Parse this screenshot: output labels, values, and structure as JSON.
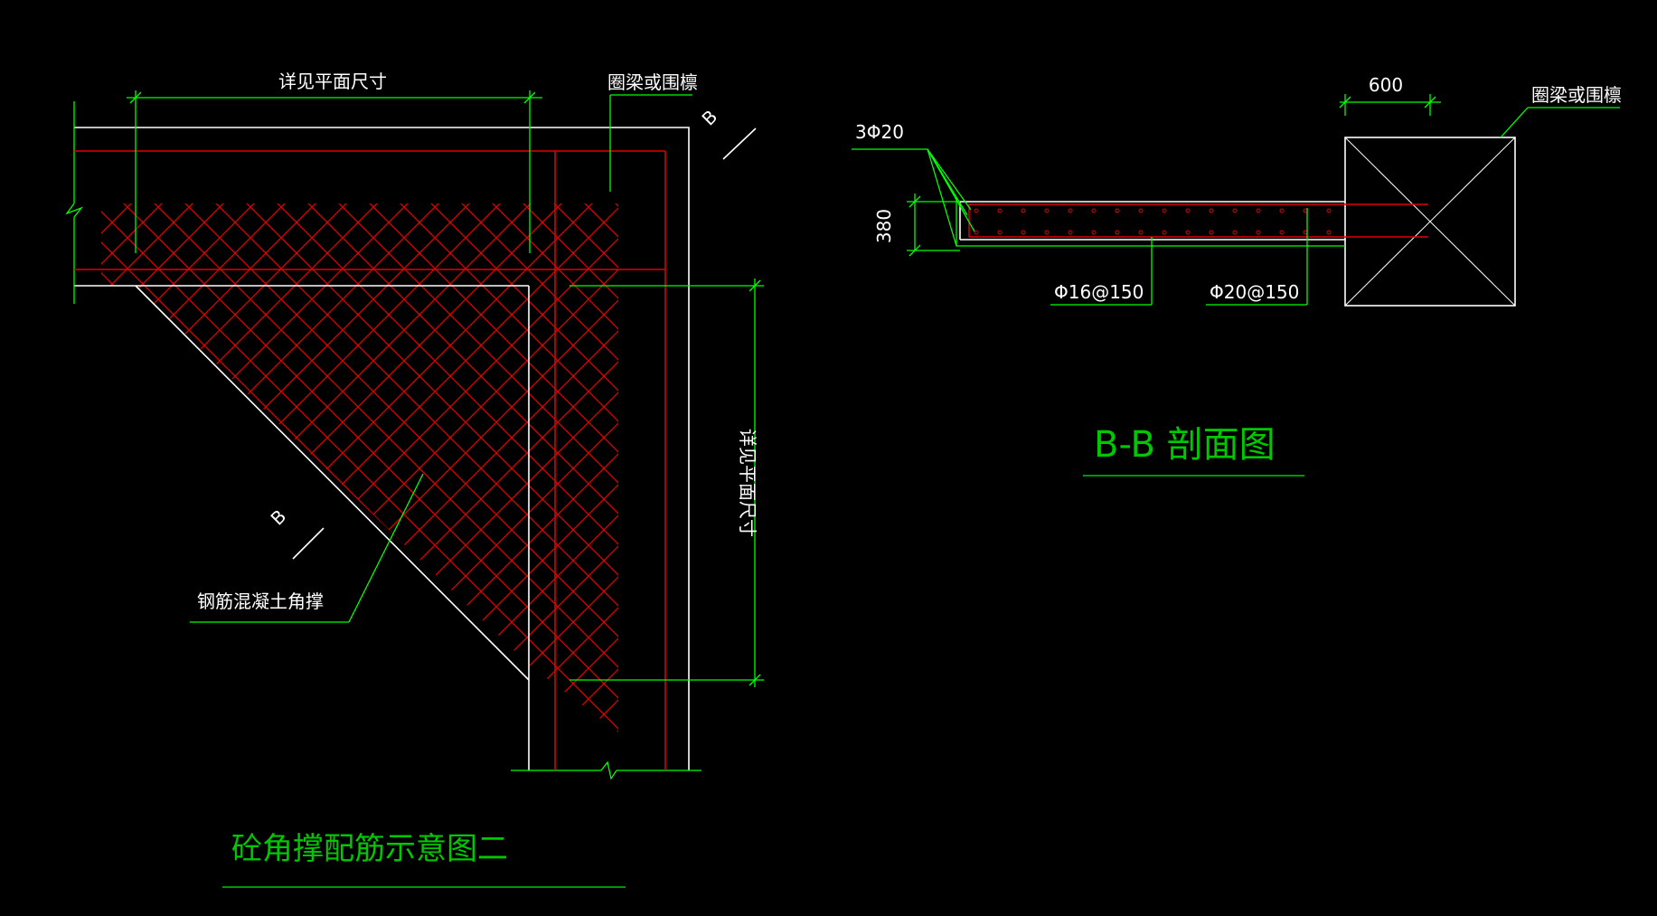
{
  "colors": {
    "background": "#000000",
    "outline": "#ffffff",
    "rebar": "#e00000",
    "annotation": "#00ff00",
    "title": "#00c800",
    "text": "#ffffff"
  },
  "plan": {
    "dim_top_label": "详见平面尺寸",
    "dim_right_label": "详见平面尺寸",
    "beam_label": "圈梁或围檩",
    "brace_label": "钢筋混凝土角撑",
    "section_mark": "B",
    "title": "砼角撑配筋示意图二"
  },
  "section": {
    "dim_width_label": "600",
    "dim_height_label": "380",
    "top_bar_label": "3Φ20",
    "dist_bar_label": "Φ16@150",
    "main_bar_label": "Φ20@150",
    "beam_label": "圈梁或围檩",
    "title": "B-B 剖面图"
  }
}
